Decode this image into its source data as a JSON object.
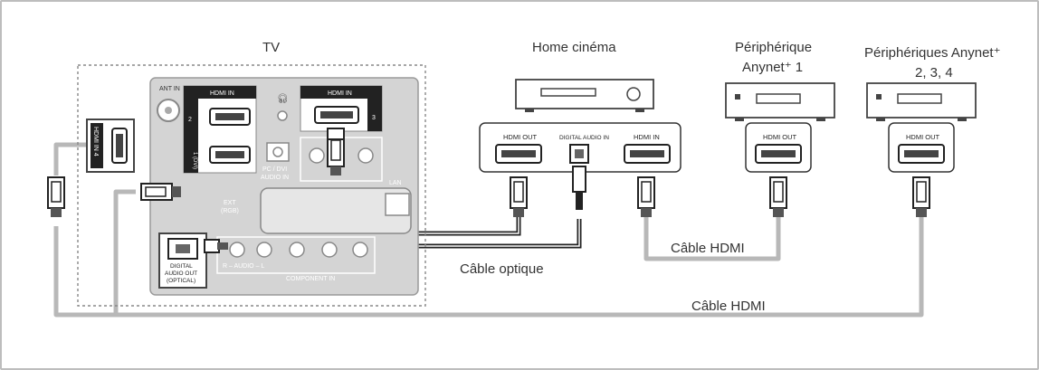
{
  "labels": {
    "tv": "TV",
    "home_cinema": "Home cinéma",
    "anynet1_line1": "Périphérique",
    "anynet1_line2": "Anynet⁺ 1",
    "anynet234_line1": "Périphériques Anynet⁺",
    "anynet234_line2": "2, 3, 4",
    "cable_hdmi_mid": "Câble HDMI",
    "cable_optique": "Câble optique",
    "cable_hdmi_bottom": "Câble HDMI"
  },
  "tv_panel": {
    "ant_in": "ANT IN",
    "hdmi_in_2": "HDMI IN",
    "hdmi_in_3": "HDMI IN",
    "num_2": "2",
    "num_1_dvi": "1 (DVI)",
    "num_3": "3",
    "hdmi_in_4": "HDMI IN 4",
    "pc_dvi": "PC / DVI",
    "audio_in": "AUDIO IN",
    "ext_rgb_1": "EXT",
    "ext_rgb_2": "(RGB)",
    "lan": "LAN",
    "digital_1": "DIGITAL",
    "digital_2": "AUDIO OUT",
    "digital_3": "(OPTICAL)",
    "audio_l_r": "R – AUDIO – L",
    "component_in": "COMPONENT IN"
  },
  "ports": {
    "hc_hdmi_out": "HDMI OUT",
    "hc_digital_audio_in": "DIGITAL AUDIO IN",
    "hc_hdmi_in": "HDMI IN",
    "a1_hdmi_out": "HDMI OUT",
    "a2_hdmi_out": "HDMI OUT"
  },
  "colors": {
    "cable_grey": "#b8b8b8",
    "panel": "#d4d4d4",
    "panel_dark": "#9a9a9a",
    "ink": "#333333"
  }
}
